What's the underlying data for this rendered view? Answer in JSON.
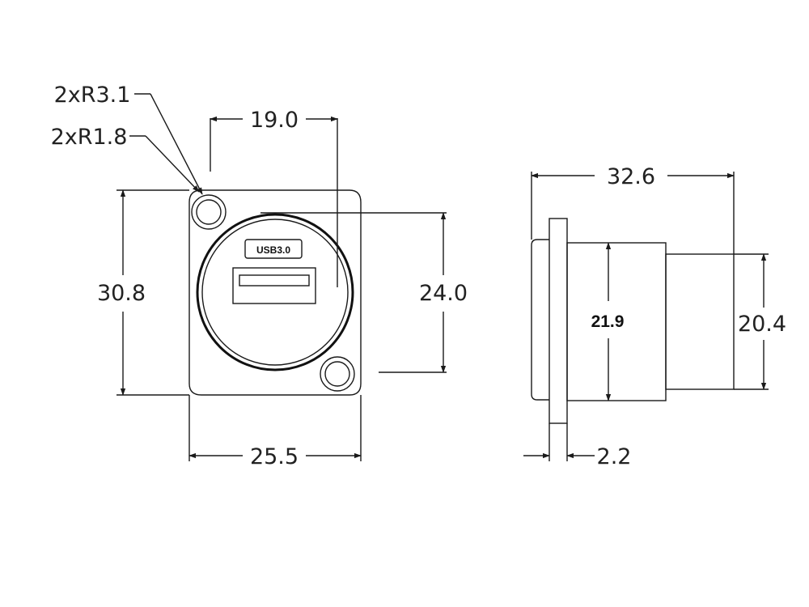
{
  "callouts": {
    "radius_outer": "2xR3.1",
    "radius_inner": "2xR1.8"
  },
  "front_view": {
    "dim_top": "19.0",
    "dim_height": "30.8",
    "dim_inner": "24.0",
    "dim_width": "25.5",
    "port_label": "USB3.0"
  },
  "side_view": {
    "dim_length": "32.6",
    "dim_body": "21.9",
    "dim_tail": "20.4",
    "dim_flange": "2.2"
  }
}
